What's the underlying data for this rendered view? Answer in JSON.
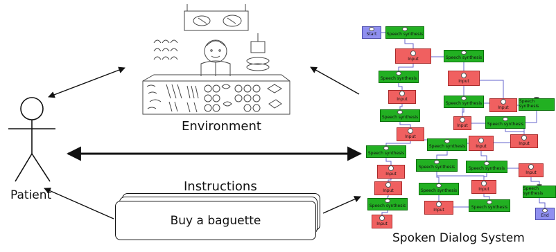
{
  "labels": {
    "patient": "Patient",
    "environment": "Environment",
    "instructions": "Instructions",
    "instruction_card": "Buy a baguette",
    "system": "Spoken Dialog System"
  },
  "graph": {
    "start_label": "Start",
    "end_label": "End",
    "speech_label": "Speech synthesis",
    "input_label": "Input"
  },
  "colors": {
    "speech_node": "#22b022",
    "input_node": "#f06060",
    "terminal_node": "#8f8ff0",
    "edge": "#6666cc"
  }
}
